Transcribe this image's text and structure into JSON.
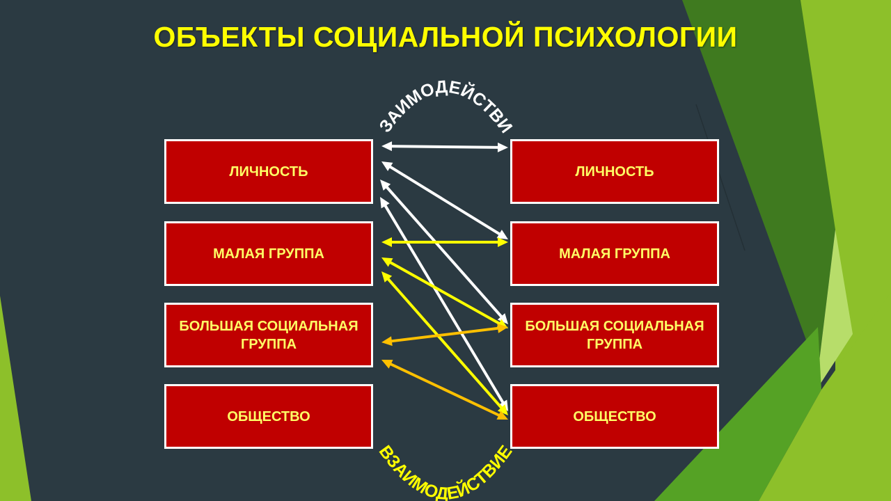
{
  "title": "ОБЪЕКТЫ СОЦИАЛЬНОЙ ПСИХОЛОГИИ",
  "arc_labels": {
    "top": "ВЗАИМОДЕЙСТВИЕ",
    "bottom": "ВЗАИМОДЕЙСТВИЕ"
  },
  "left_column": [
    {
      "label": "ЛИЧНОСТЬ"
    },
    {
      "label": "МАЛАЯ ГРУППА"
    },
    {
      "label": "БОЛЬШАЯ СОЦИАЛЬНАЯ ГРУППА"
    },
    {
      "label": "ОБЩЕСТВО"
    }
  ],
  "right_column": [
    {
      "label": "ЛИЧНОСТЬ"
    },
    {
      "label": "МАЛАЯ ГРУППА"
    },
    {
      "label": "БОЛЬШАЯ СОЦИАЛЬНАЯ ГРУППА"
    },
    {
      "label": "ОБЩЕСТВО"
    }
  ],
  "connections": [
    {
      "from": "left-0",
      "to": "right-0",
      "color": "#ffffff"
    },
    {
      "from": "left-0",
      "to": "right-1",
      "color": "#ffffff"
    },
    {
      "from": "left-0",
      "to": "right-2",
      "color": "#ffffff"
    },
    {
      "from": "left-0",
      "to": "right-3",
      "color": "#ffffff"
    },
    {
      "from": "left-1",
      "to": "right-1",
      "color": "#ffff00"
    },
    {
      "from": "left-1",
      "to": "right-2",
      "color": "#ffff00"
    },
    {
      "from": "left-1",
      "to": "right-3",
      "color": "#ffff00"
    },
    {
      "from": "left-2",
      "to": "right-2",
      "color": "#ffc000"
    },
    {
      "from": "left-2",
      "to": "right-3",
      "color": "#ffc000"
    }
  ],
  "colors": {
    "background": "#2b3a42",
    "box_fill": "#c00000",
    "box_border": "#ffffff",
    "box_text": "#ffff66",
    "title": "#ffff00",
    "arc_top_text": "#ffffff",
    "arc_bottom_text": "#ffff00",
    "green_dark": "#3f7a1f",
    "green_mid": "#55a225",
    "green_light": "#8dc02a",
    "green_pale": "#b7dd6a"
  }
}
